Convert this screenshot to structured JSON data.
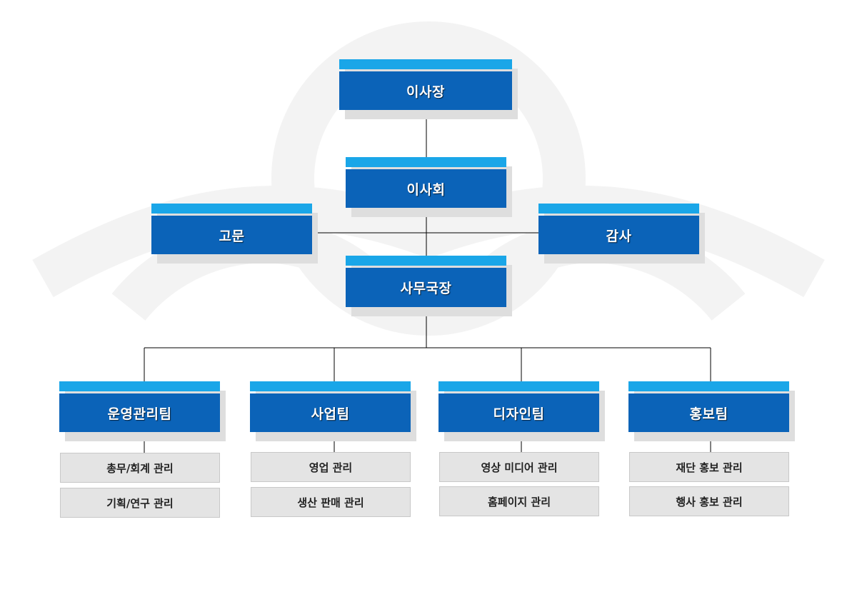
{
  "chairman": "이사장",
  "board": "이사회",
  "advisor": "고문",
  "auditor": "감사",
  "secretary_general": "사무국장",
  "teams": [
    {
      "name": "운영관리팀",
      "tasks": [
        "총무/회계 관리",
        "기획/연구 관리"
      ]
    },
    {
      "name": "사업팀",
      "tasks": [
        "영업 관리",
        "생산 판매 관리"
      ]
    },
    {
      "name": "디자인팀",
      "tasks": [
        "영상 미디어 관리",
        "홈페이지 관리"
      ]
    },
    {
      "name": "홍보팀",
      "tasks": [
        "재단 홍보 관리",
        "행사 홍보 관리"
      ]
    }
  ],
  "colors": {
    "box": "#0b63b8",
    "stripe": "#1aa6e8",
    "task_bg": "#e4e4e4",
    "line": "#000000"
  }
}
